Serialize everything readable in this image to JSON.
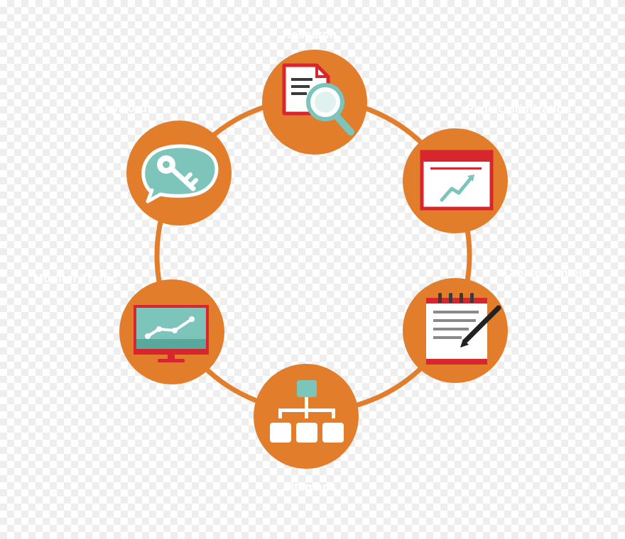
{
  "diagram": {
    "nodes": [
      {
        "id": "research",
        "label": "Research",
        "icon": "document-search-icon"
      },
      {
        "id": "page_optimization",
        "label": "Page Optimization",
        "icon": "browser-chart-icon"
      },
      {
        "id": "create_content",
        "label": "Create Content",
        "icon": "notepad-pencil-icon"
      },
      {
        "id": "sitemaps",
        "label": "Sitemaps",
        "icon": "sitemap-hierarchy-icon"
      },
      {
        "id": "monitor_traffic",
        "label": "Monitor Traffic",
        "icon": "monitor-chart-icon"
      },
      {
        "id": "keywords",
        "label": "Keywords",
        "icon": "key-speech-bubble-icon"
      }
    ]
  },
  "colors": {
    "node_fill": "#E27D2B",
    "ring": "#E27D2B",
    "icon_red": "#D8262F",
    "icon_teal": "#7DC4BA",
    "icon_white": "#FFFFFF",
    "icon_dark": "#3A3A3A",
    "label": "#FFFFFF"
  }
}
